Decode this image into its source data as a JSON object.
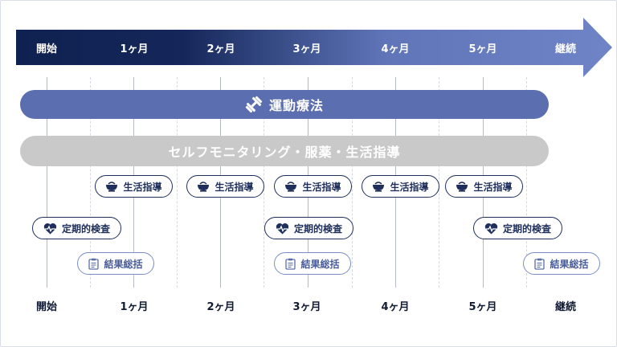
{
  "timeline": {
    "labels": [
      "開始",
      "1ヶ月",
      "2ヶ月",
      "3ヶ月",
      "4ヶ月",
      "5ヶ月",
      "継続"
    ]
  },
  "bars": {
    "exercise": "運動療法",
    "self_monitoring": "セルフモニタリング・服薬・生活指導"
  },
  "items": {
    "lifestyle": "生活指導",
    "checkup": "定期的検査",
    "summary": "結果総括"
  },
  "colors": {
    "arrow_start": "#0f2150",
    "arrow_end": "#6e84c6",
    "exercise_bar": "#5b6fb0",
    "self_bar": "#c9c9c9",
    "navy": "#1f2f5c"
  },
  "icons": {
    "exercise": "dumbbell-icon",
    "lifestyle": "rice-bowl-icon",
    "checkup": "heart-pulse-icon",
    "summary": "clipboard-icon"
  }
}
